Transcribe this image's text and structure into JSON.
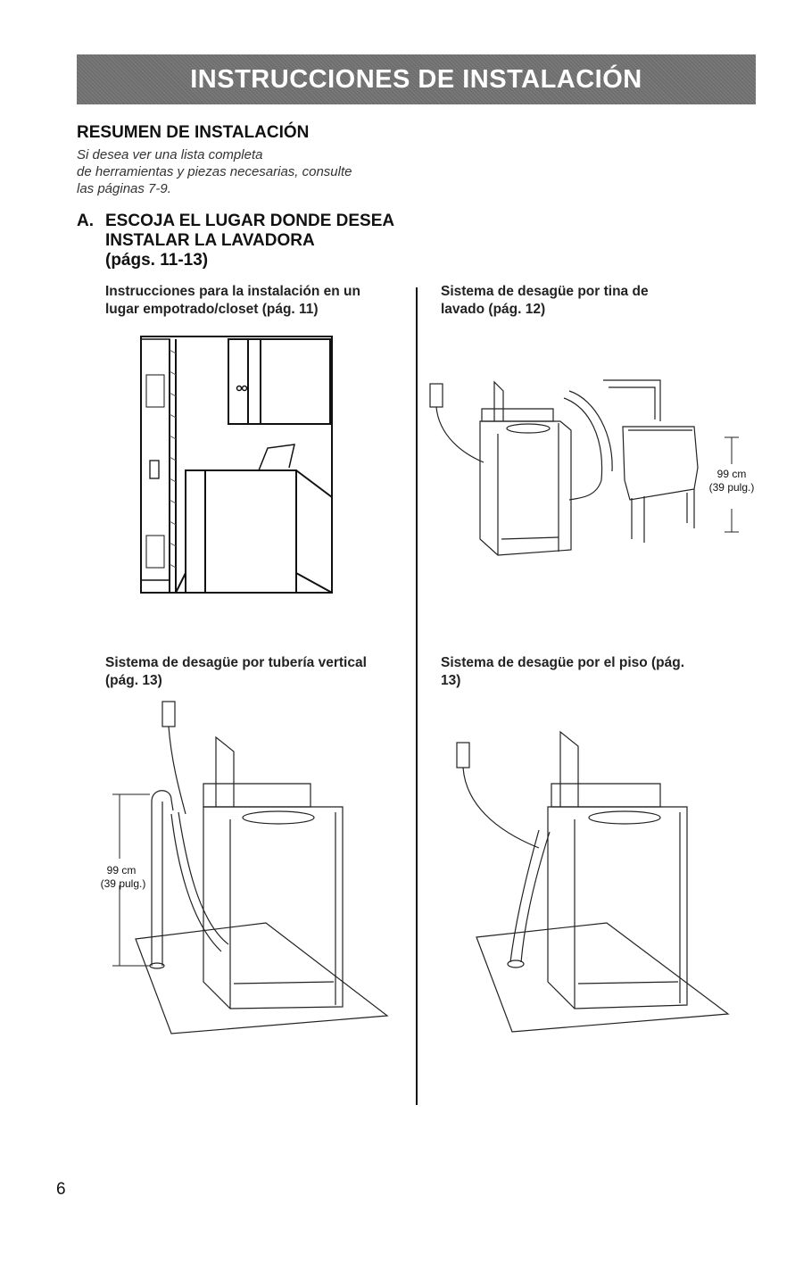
{
  "banner": {
    "title": "INSTRUCCIONES DE INSTALACIÓN"
  },
  "summary": {
    "heading": "RESUMEN DE INSTALACIÓN",
    "note_lines": [
      "Si desea ver una lista completa",
      "de herramientas y piezas necesarias, consulte",
      "las páginas 7-9."
    ]
  },
  "section_a": {
    "letter": "A.",
    "title_lines": [
      "ESCOJA EL LUGAR DONDE DESEA",
      "INSTALAR LA LAVADORA",
      "(págs. 11-13)"
    ]
  },
  "captions": {
    "closet": [
      "Instrucciones para la instalación en un",
      "lugar empotrado/closet (pág. 11)"
    ],
    "laundry_tub": [
      "Sistema de desagüe por tina de",
      "lavado (pág. 12)"
    ],
    "standpipe": [
      "Sistema de desagüe por tubería vertical",
      "(pág. 13)"
    ],
    "floor_drain": [
      "Sistema de desagüe por el piso (pág.",
      "13)"
    ]
  },
  "measurements": {
    "tub": {
      "line1": "99 cm",
      "line2": "(39 pulg.)"
    },
    "standpipe": {
      "line1": "99 cm",
      "line2": "(39 pulg.)"
    }
  },
  "page_number": "6"
}
